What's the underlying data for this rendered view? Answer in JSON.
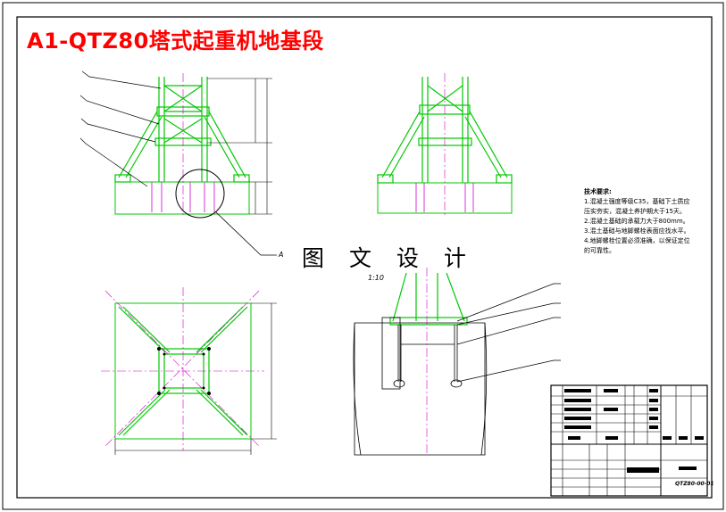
{
  "drawing": {
    "title": "A1-QTZ80塔式起重机地基段",
    "watermark": "图 文 设 计",
    "scale_label": "1:10",
    "section_label": "A",
    "drawing_number": "QTZ80-00-01",
    "tech_requirements": {
      "heading": "技术要求:",
      "items": [
        "1.混凝土强度等级C35，基础下土质应压实夯实，混凝土养护期大于15天。",
        "2.混凝土基础的承载力大于800mm。",
        "3.混土基础与地脚螺栓表面应找水平。",
        "4.地脚螺栓位置必须准确，以保证定位的可靠性。"
      ]
    }
  },
  "colors": {
    "structure": "#00c800",
    "centerline": "#d000d0",
    "title": "#ff0000",
    "ink": "#000000"
  }
}
